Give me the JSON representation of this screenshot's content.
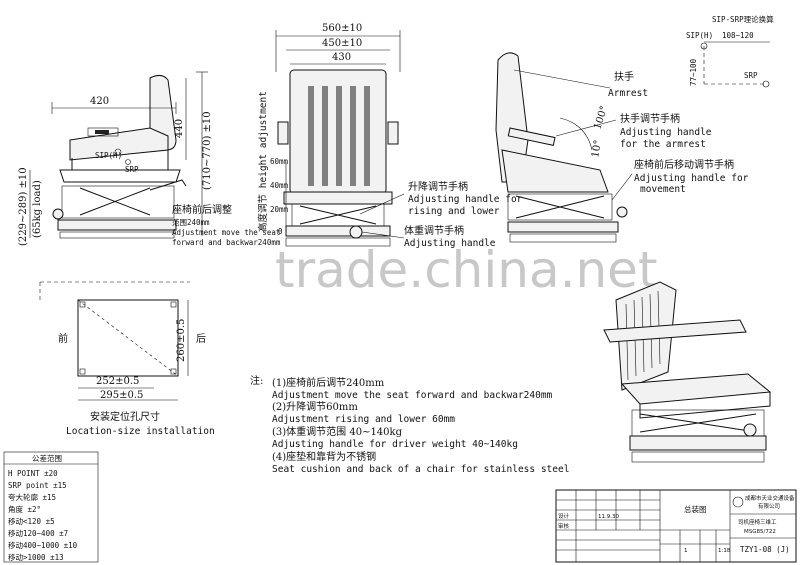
{
  "watermark": "trade.china.net",
  "side_view": {
    "dim_width": "420",
    "dim_height": "440",
    "dim_total_height": "(710~770) ±10",
    "dim_cushion_height": "(229~289) ±10",
    "dim_cushion_note": "(65kg load)",
    "sip_label": "SIP(H)",
    "srp_label": "SRP",
    "fa_cn": "座椅前后调整",
    "fa_range_cn": "范围240mm",
    "fa_en_1": "Adjustment move the seat",
    "fa_en_2": "forward and backwar240mm"
  },
  "front_view": {
    "dim_outer": "560±10",
    "dim_middle": "450±10",
    "dim_inner": "430",
    "height_adj_label": "高度调节 height adjustment",
    "tick_60": "60mm",
    "tick_40": "40mm",
    "tick_20": "20mm",
    "tick_0": "0",
    "lift_cn": "升降调节手柄",
    "lift_en_1": "Adjusting handle for",
    "lift_en_2": "rising and lower",
    "weight_cn": "体重调节手柄",
    "weight_en": "Adjusting handle"
  },
  "right_view": {
    "armrest_cn": "扶手",
    "armrest_en": "Armrest",
    "angle": "100°",
    "angle_small": "10°",
    "arm_handle_cn": "扶手调节手柄",
    "arm_handle_en_1": "Adjusting handle",
    "arm_handle_en_2": "for the armrest",
    "move_cn": "座椅前后移动调节手柄",
    "move_en_1": "Adjusting handle for",
    "move_en_2": "movement"
  },
  "sip_box": {
    "title": "SIP-SRP理论换算",
    "sip": "SIP(H)",
    "srp": "SRP",
    "h_dim": "108~120",
    "v_dim": "77~100"
  },
  "install": {
    "dim_v": "260±0.5",
    "front_cn": "前",
    "rear_cn": "后",
    "dim_252": "252±0.5",
    "dim_295": "295±0.5",
    "caption_cn": "安装定位孔尺寸",
    "caption_en": "Location-size installation"
  },
  "notes": {
    "heading": "注:",
    "n1_cn": "(1)座椅前后调节240mm",
    "n1_en": "Adjustment move the seat forward and backwar240mm",
    "n2_cn": "(2)升降调节60mm",
    "n2_en": "Adjustment rising and lower 60mm",
    "n3_cn": "(3)体重调节范围 40~140kg",
    "n3_en": "Adjusting handle for driver weight 40~140kg",
    "n4_cn": "(4)座垫和靠背为不锈钢",
    "n4_en": "Seat cushion and back of a chair for stainless steel"
  },
  "tolerance": {
    "title": "公差范围",
    "rows": [
      "H POINT ±20",
      "SRP point ±15",
      "夸大轮廓 ±15",
      "角度 ±2°",
      "移动<120 ±5",
      "移动120~400 ±7",
      "移动400~1000 ±10",
      "移动>1000 ±13"
    ]
  },
  "title_block": {
    "total_drawing": "总装图",
    "company_1": "成都市天业交通设备",
    "company_2": "有限公司",
    "product": "司机座椅三维工",
    "model": "MSG85/722",
    "drawing_no": "TZY1-08 (J)",
    "scale": "1:18",
    "date": "11.9.30",
    "designer": "设计",
    "checker": "审核",
    "qty": "1"
  }
}
